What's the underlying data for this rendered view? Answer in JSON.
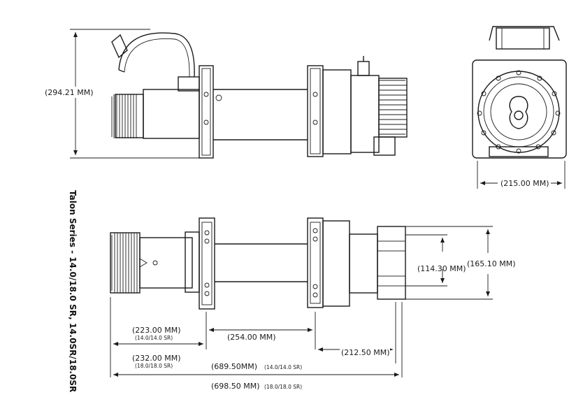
{
  "title": "Talon Series - 14.0/18.0 SR, 14.0SR/18.0SR",
  "dimensions": {
    "height": "(294.21 MM)",
    "width": "(215.00 MM)",
    "inner_bolt": "(114.30 MM)",
    "outer_bolt": "(165.10 MM)",
    "motor_a": "(223.00 MM)",
    "motor_a_sub": "(14.0/14.0 SR)",
    "motor_b": "(232.00 MM)",
    "motor_b_sub": "(18.0/18.0 SR)",
    "drum": "(254.00 MM)",
    "gearbox": "(212.50 MM)",
    "overall_a": "(689.50MM)",
    "overall_a_sub": "(14.0/14.0 SR)",
    "overall_b": "(698.50 MM)",
    "overall_b_sub": "(18.0/18.0 SR)"
  }
}
